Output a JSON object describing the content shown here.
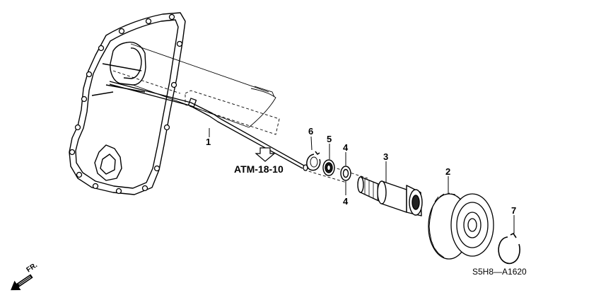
{
  "callouts": {
    "part1": "1",
    "part2": "2",
    "part3": "3",
    "part4_top": "4",
    "part4_bottom": "4",
    "part5": "5",
    "part6": "6",
    "part7": "7"
  },
  "reference": "ATM-18-10",
  "diagram_code": "S5H8—A1620",
  "direction_label": "FR.",
  "icons": [
    "arrow-down-icon",
    "front-direction-arrow-icon"
  ]
}
